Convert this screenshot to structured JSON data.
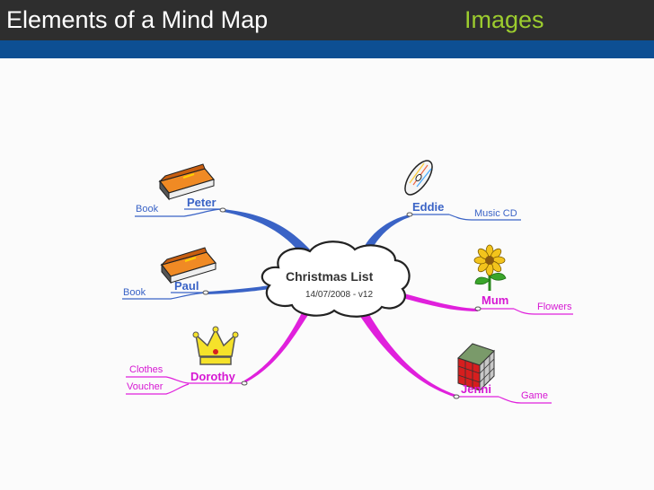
{
  "header": {
    "title": "Elements of a Mind Map",
    "section": "Images"
  },
  "mindmap": {
    "center": {
      "title": "Christmas List",
      "subtitle": "14/07/2008 - v12"
    },
    "branches": [
      {
        "name": "Peter",
        "icon": "book-icon",
        "leaves": [
          "Book"
        ]
      },
      {
        "name": "Paul",
        "icon": "book-icon",
        "leaves": [
          "Book"
        ]
      },
      {
        "name": "Dorothy",
        "icon": "crown-icon",
        "leaves": [
          "Clothes",
          "Voucher"
        ]
      },
      {
        "name": "Eddie",
        "icon": "cd-icon",
        "leaves": [
          "Music CD"
        ]
      },
      {
        "name": "Mum",
        "icon": "flower-icon",
        "leaves": [
          "Flowers"
        ]
      },
      {
        "name": "Jenni",
        "icon": "rubiks-cube-icon",
        "leaves": [
          "Game"
        ]
      }
    ]
  },
  "colors": {
    "blue_branch": "#3a63c6",
    "magenta_branch": "#e020dc",
    "header_bg": "#2e2e2e",
    "band": "#0d4f93",
    "accent": "#9ccc2e"
  }
}
